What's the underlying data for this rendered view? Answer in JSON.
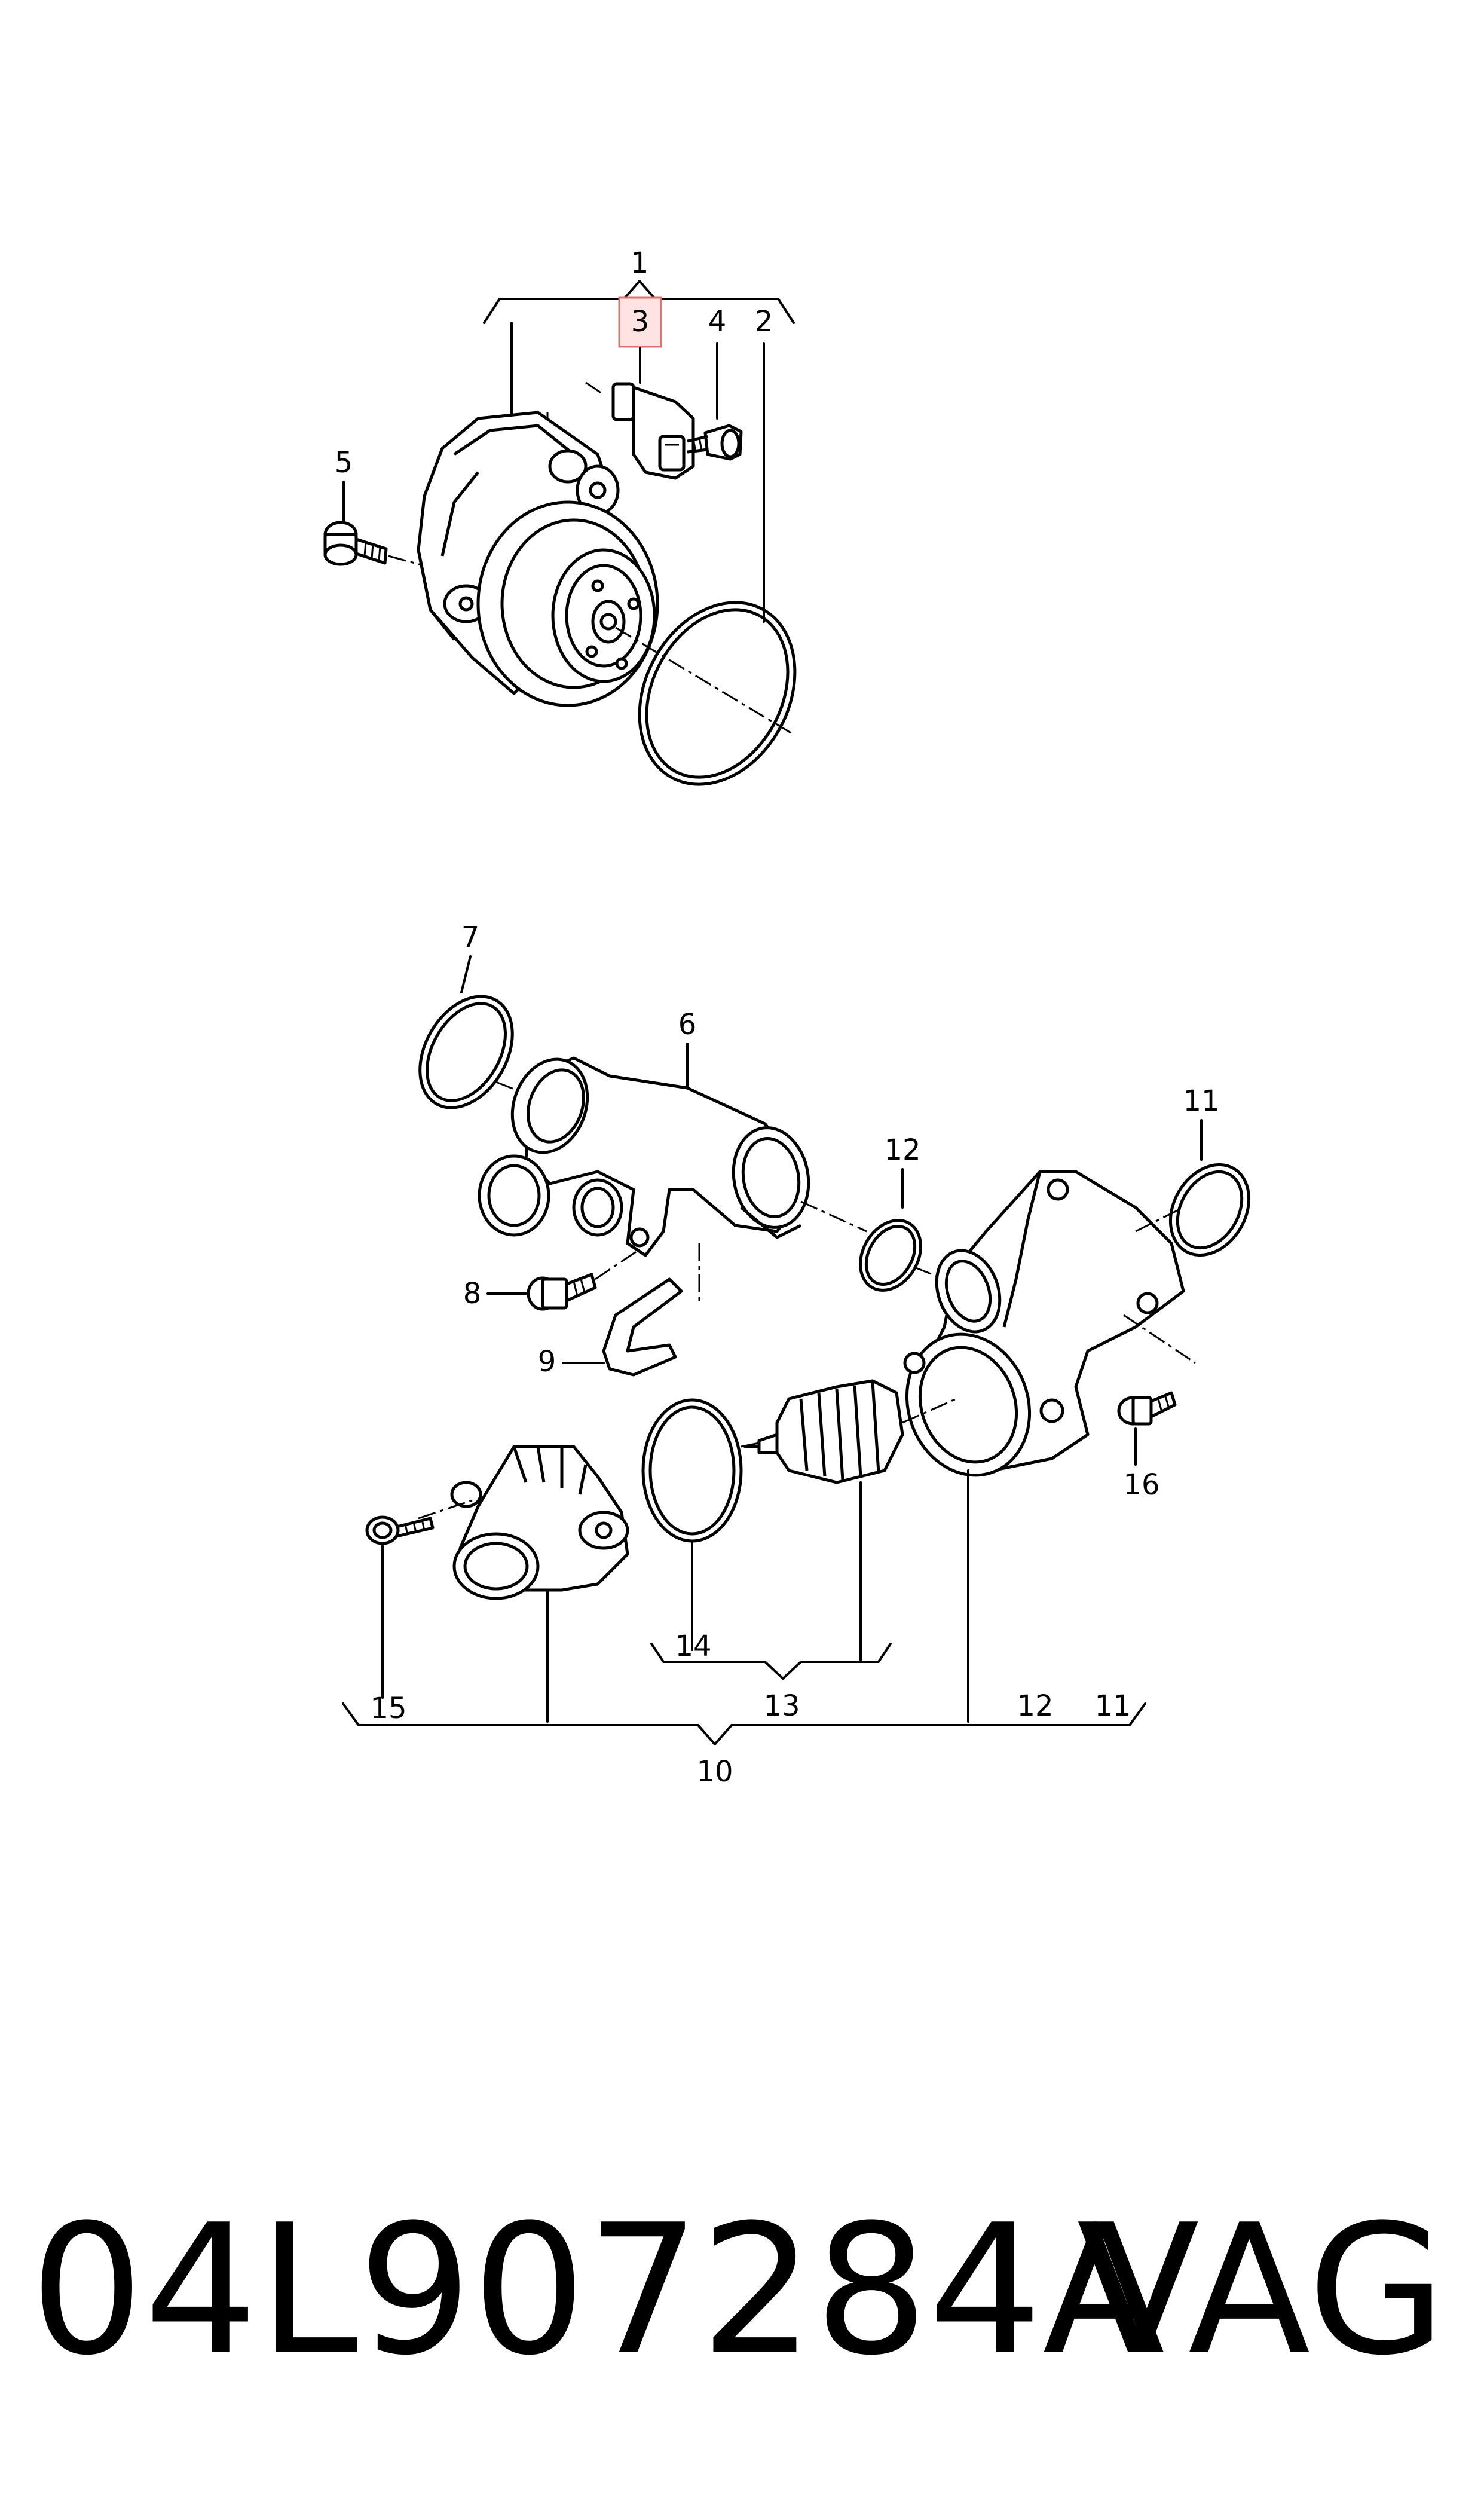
{
  "diagram": {
    "highlighted_callout": "3",
    "pump_group": {
      "callouts": {
        "c1": "1",
        "c2": "2",
        "c3": "3",
        "c4": "4",
        "c5": "5"
      }
    },
    "thermostat_group": {
      "callouts": {
        "c6": "6",
        "c7": "7",
        "c8": "8",
        "c9": "9",
        "c10": "10",
        "c11a": "11",
        "c11b": "11",
        "c12a": "12",
        "c12b": "12",
        "c13": "13",
        "c14": "14",
        "c15": "15",
        "c16": "16"
      }
    }
  },
  "footer": {
    "part_number": "04L907284A",
    "brand": "VAG"
  }
}
